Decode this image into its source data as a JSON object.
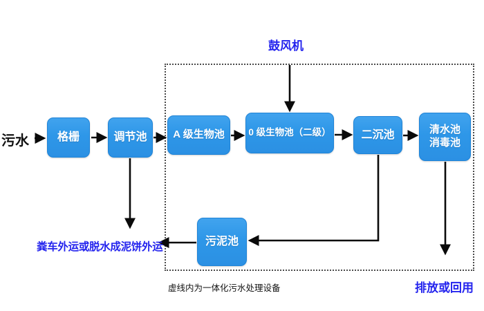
{
  "diagram": {
    "source_label": "污水",
    "blower_label": "鼓风机",
    "nodes": {
      "grille": "格栅",
      "regulating": "调节池",
      "a_bio": "A 级生物池",
      "o_bio": "0 级生物池（二级）",
      "secondary_sed": "二沉池",
      "clear_line1": "清水池",
      "clear_line2": "消毒池",
      "sludge": "污泥池"
    },
    "annotations": {
      "sludge_disposal": "粪车外运或脱水成泥饼外运",
      "boundary_note": "虚线内为一体化污水处理设备",
      "discharge": "排放或回用"
    },
    "flows": [
      {
        "from": "污水",
        "to": "格栅"
      },
      {
        "from": "格栅",
        "to": "调节池"
      },
      {
        "from": "调节池",
        "to": "A 级生物池"
      },
      {
        "from": "A 级生物池",
        "to": "0 级生物池（二级）"
      },
      {
        "from": "鼓风机",
        "to": "0 级生物池（二级）"
      },
      {
        "from": "0 级生物池（二级）",
        "to": "二沉池"
      },
      {
        "from": "二沉池",
        "to": "清水池 消毒池"
      },
      {
        "from": "二沉池",
        "to": "污泥池"
      },
      {
        "from": "污泥池",
        "to": "粪车外运或脱水成泥饼外运"
      },
      {
        "from": "调节池",
        "to": "粪车外运或脱水成泥饼外运"
      },
      {
        "from": "清水池 消毒池",
        "to": "排放或回用"
      }
    ],
    "colors": {
      "box_fill": "#2E97E8",
      "box_border": "#1F83D6",
      "box_text": "#FFFFFF",
      "accent_blue_text": "#2424EE",
      "line_black": "#0A0A0A"
    }
  }
}
